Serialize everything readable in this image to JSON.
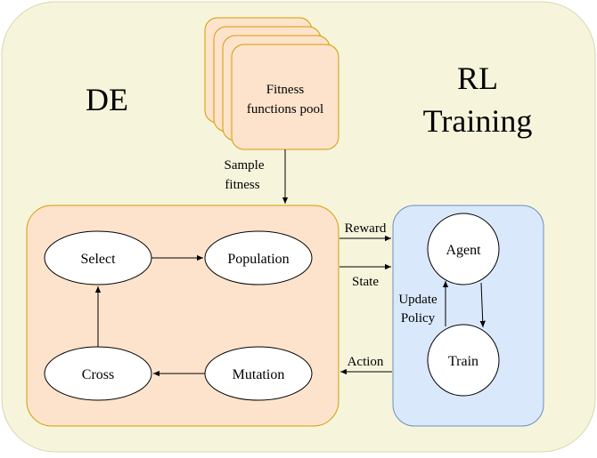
{
  "diagram": {
    "colors": {
      "background": "#f6f5dc",
      "background_border": "#d8d6b0",
      "de_fill": "#fde3cc",
      "de_border": "#d79b00",
      "rl_fill": "#dae8fc",
      "rl_border": "#6c8ebf",
      "node_fill": "#ffffff",
      "stroke": "#000000"
    },
    "de_label": "DE",
    "rl_label_line1": "RL",
    "rl_label_line2": "Training",
    "pool_line1": "Fitness",
    "pool_line2": "functions pool",
    "sample_line1": "Sample",
    "sample_line2": "fitness",
    "nodes": {
      "select": "Select",
      "population": "Population",
      "cross": "Cross",
      "mutation": "Mutation",
      "agent": "Agent",
      "train": "Train"
    },
    "edges": {
      "reward": "Reward",
      "state": "State",
      "action": "Action",
      "update_line1": "Update",
      "update_line2": "Policy"
    }
  }
}
